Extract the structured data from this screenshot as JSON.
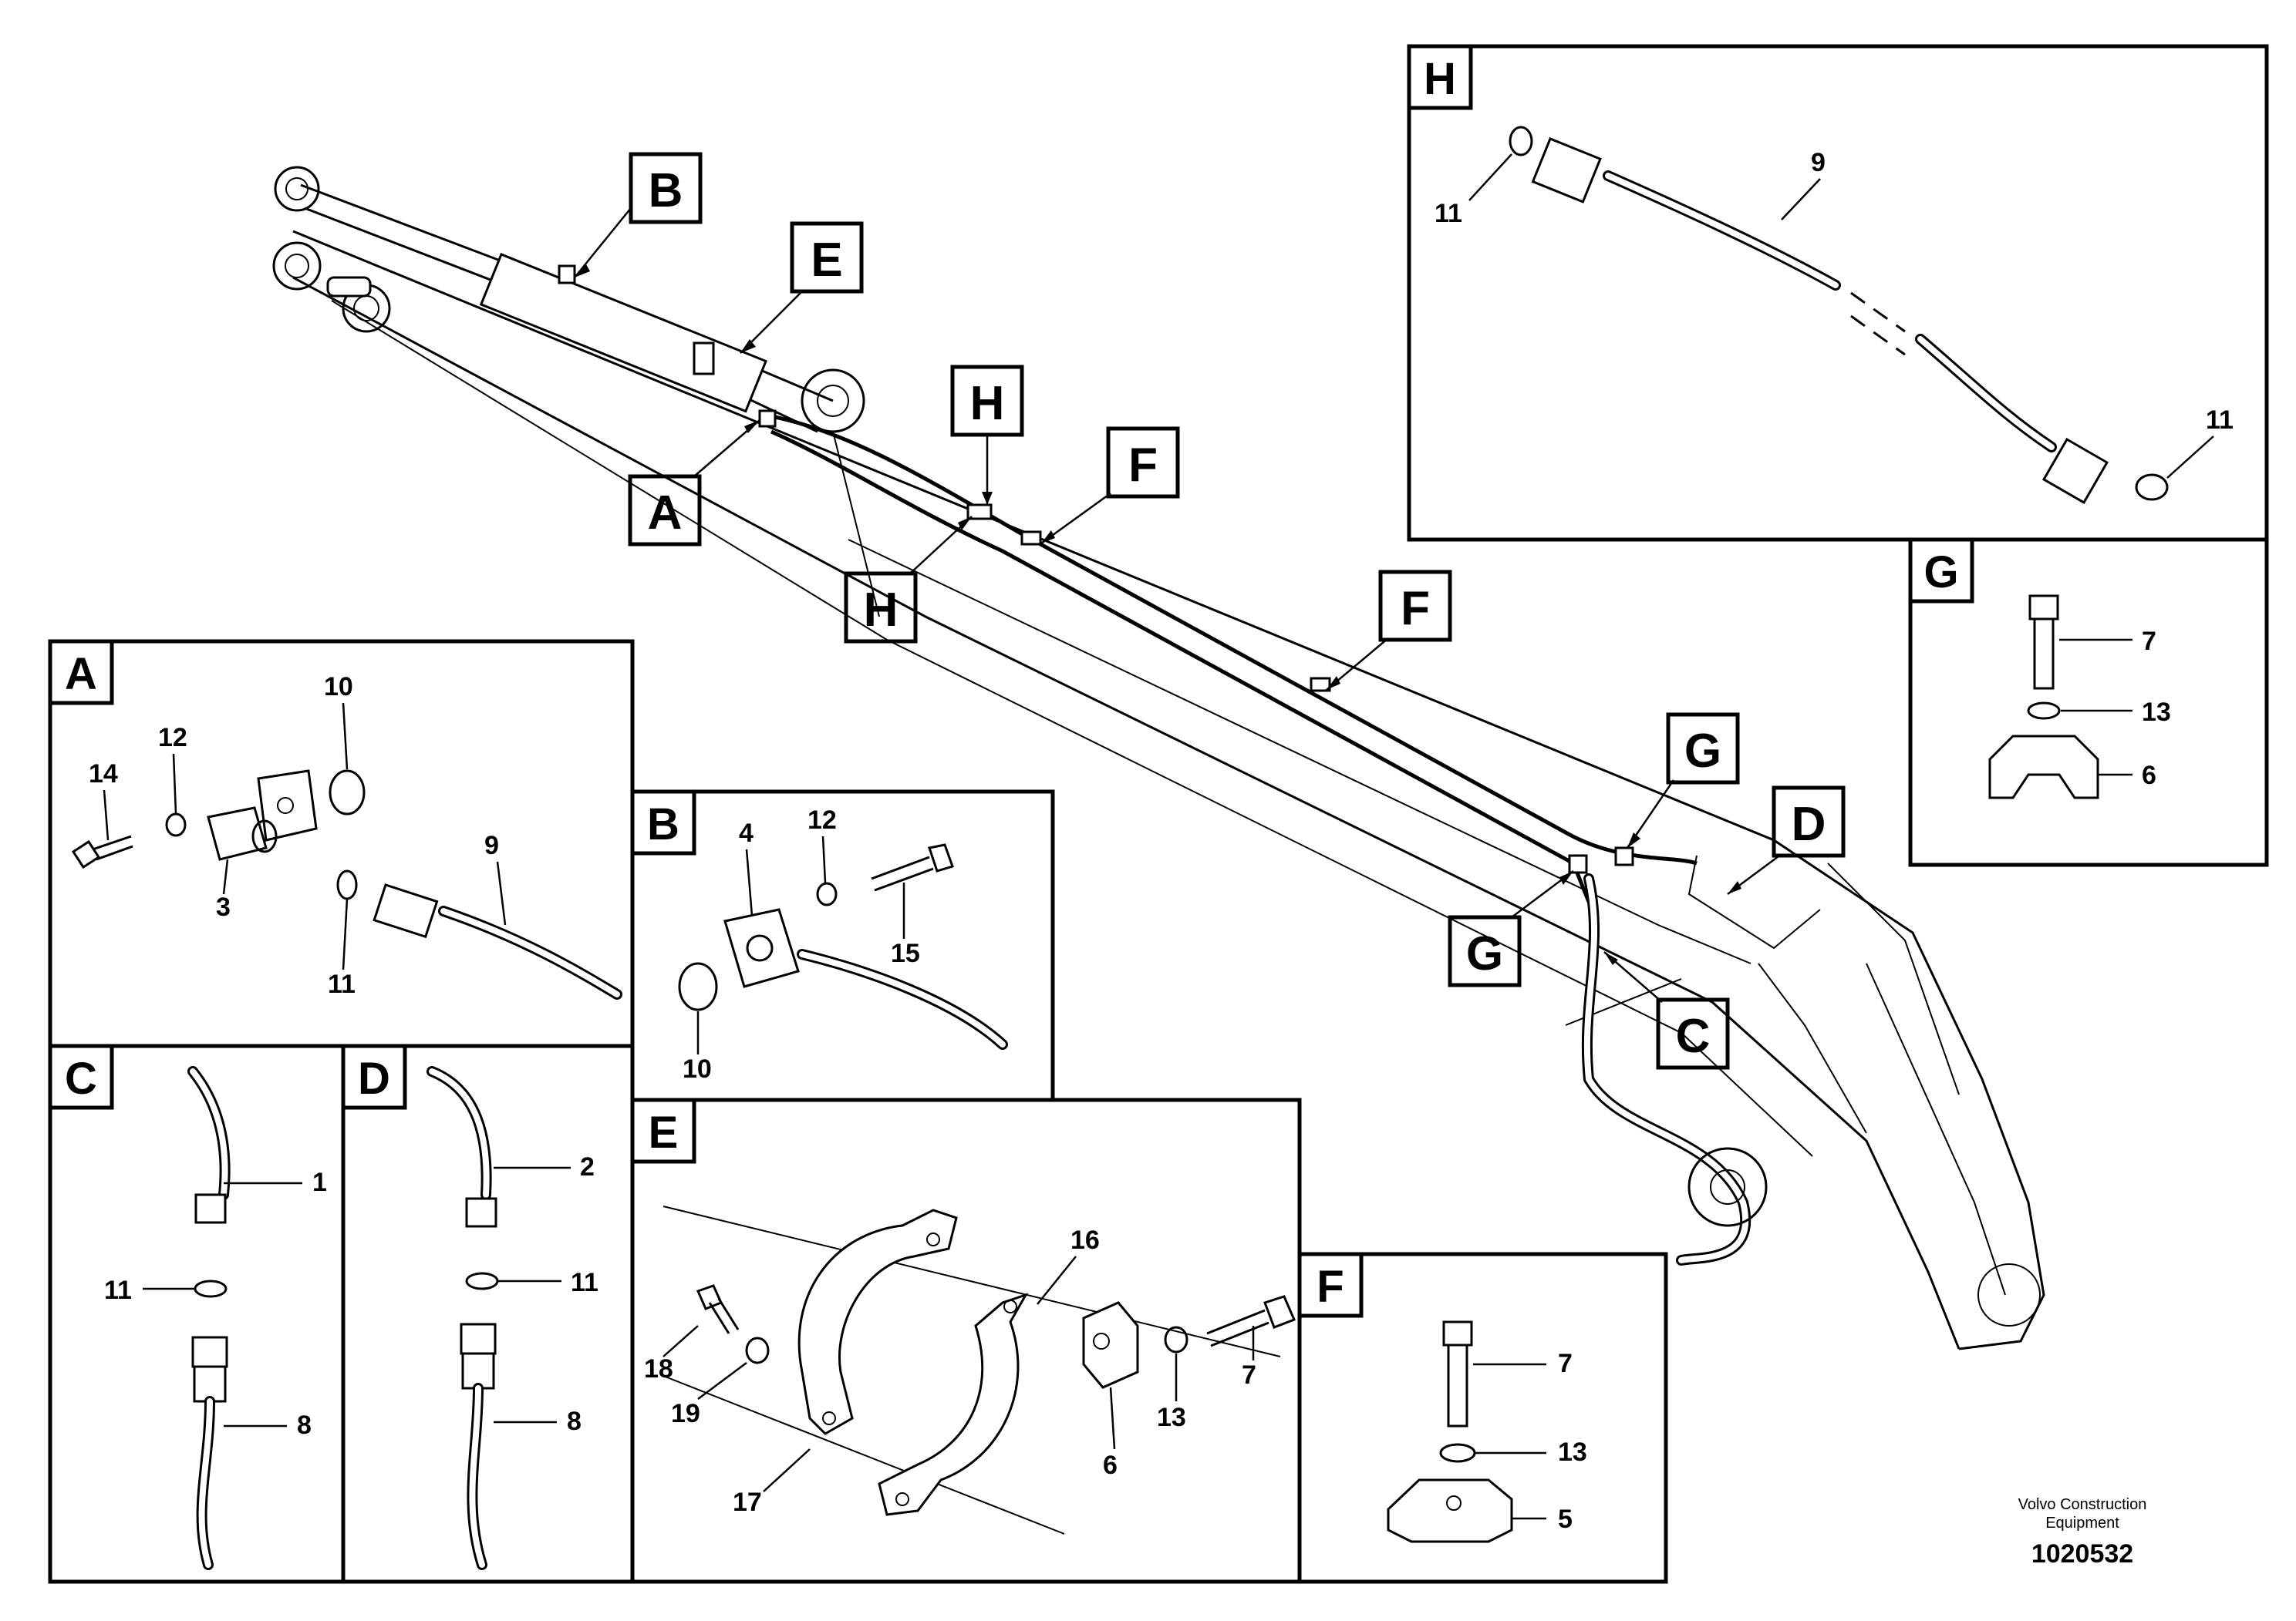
{
  "callouts": [
    {
      "id": "A",
      "label": "A"
    },
    {
      "id": "B",
      "label": "B"
    },
    {
      "id": "C",
      "label": "C"
    },
    {
      "id": "D",
      "label": "D"
    },
    {
      "id": "E",
      "label": "E"
    },
    {
      "id": "F1",
      "label": "F"
    },
    {
      "id": "F2",
      "label": "F"
    },
    {
      "id": "G1",
      "label": "G"
    },
    {
      "id": "G2",
      "label": "G"
    },
    {
      "id": "H1",
      "label": "H"
    },
    {
      "id": "H2",
      "label": "H"
    }
  ],
  "panels": {
    "A": {
      "letter": "A",
      "parts": [
        "14",
        "12",
        "10",
        "3",
        "11",
        "9"
      ]
    },
    "B": {
      "letter": "B",
      "parts": [
        "4",
        "12",
        "15",
        "10"
      ]
    },
    "C": {
      "letter": "C",
      "parts": [
        "1",
        "11",
        "8"
      ]
    },
    "D": {
      "letter": "D",
      "parts": [
        "2",
        "11",
        "8"
      ]
    },
    "E": {
      "letter": "E",
      "parts": [
        "16",
        "18",
        "19",
        "17",
        "6",
        "13",
        "7"
      ]
    },
    "F": {
      "letter": "F",
      "parts": [
        "7",
        "13",
        "5"
      ]
    },
    "G": {
      "letter": "G",
      "parts": [
        "7",
        "13",
        "6"
      ]
    },
    "H": {
      "letter": "H",
      "parts": [
        "11",
        "9",
        "11"
      ]
    }
  },
  "credit": {
    "line1": "Volvo Construction",
    "line2": "Equipment"
  },
  "doc_number": "1020532"
}
